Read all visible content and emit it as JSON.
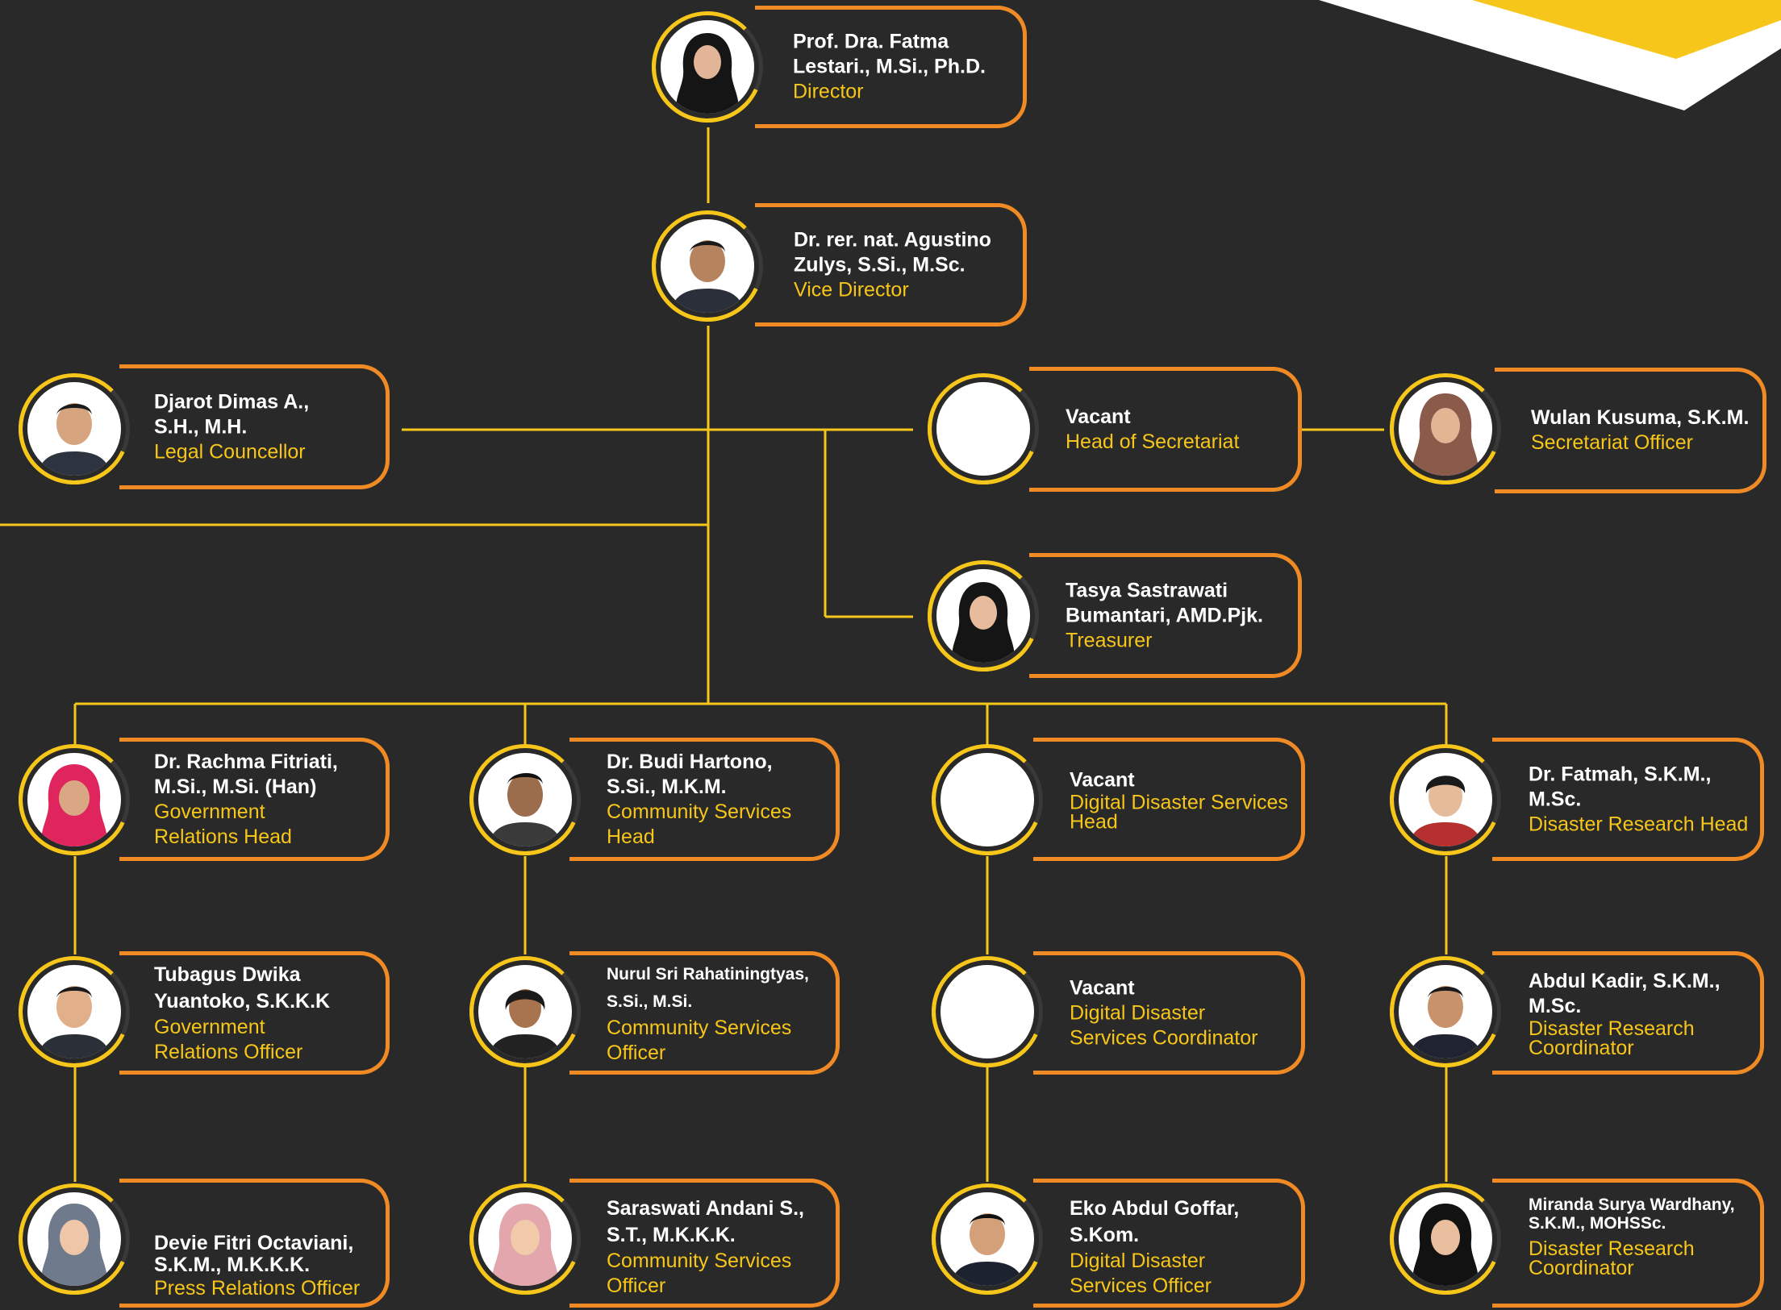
{
  "colors": {
    "background": "#2a2929",
    "accent_yellow": "#f6c61a",
    "accent_orange": "#f08a24",
    "name_text": "#ffffff"
  },
  "people": [
    {
      "id": "director",
      "name": "Prof. Dra. Fatma Lestari., M.Si., Ph.D.",
      "role": "Director",
      "photo": "person-hijab-black"
    },
    {
      "id": "vice-director",
      "name": "Dr. rer. nat. Agustino Zulys, S.Si., M.Sc.",
      "role": "Vice Director",
      "photo": "person-man-suit"
    },
    {
      "id": "legal",
      "name": "Djarot Dimas A., S.H., M.H.",
      "role": "Legal Councellor",
      "photo": "person-man-suit"
    },
    {
      "id": "head-secretariat",
      "name": "Vacant",
      "role": "Head of Secretariat",
      "photo": "empty"
    },
    {
      "id": "secretariat-officer",
      "name": "Wulan Kusuma, S.K.M.",
      "role": "Secretariat Officer",
      "photo": "person-hijab-brown"
    },
    {
      "id": "treasurer",
      "name": "Tasya Sastrawati Bumantari, AMD.Pjk.",
      "role": "Treasurer",
      "photo": "person-hijab-black"
    },
    {
      "id": "gov-head",
      "name": "Dr. Rachma Fitriati, M.Si., M.Si. (Han)",
      "role": "Government Relations Head",
      "photo": "person-hijab-pink"
    },
    {
      "id": "community-head",
      "name": "Dr. Budi Hartono, S.Si., M.K.M.",
      "role": "Community Services Head",
      "photo": "person-man-dark"
    },
    {
      "id": "digital-head",
      "name": "Vacant",
      "role": "Digital Disaster Services Head",
      "photo": "empty"
    },
    {
      "id": "research-head",
      "name": "Dr. Fatmah, S.K.M., M.Sc.",
      "role": "Disaster Research Head",
      "photo": "person-woman-red"
    },
    {
      "id": "gov-officer",
      "name": "Tubagus Dwika Yuantoko, S.K.K.K",
      "role": "Government Relations Officer",
      "photo": "person-man-suit"
    },
    {
      "id": "community-officer-1",
      "name": "Nurul Sri Rahatiningtyas, S.Si., M.Si.",
      "role": "Community Services Officer",
      "photo": "person-woman-dark"
    },
    {
      "id": "digital-coordinator",
      "name": "Vacant",
      "role": "Digital Disaster Services Coordinator",
      "photo": "empty"
    },
    {
      "id": "research-coordinator-1",
      "name": "Abdul Kadir, S.K.M., M.Sc.",
      "role": "Disaster Research Coordinator",
      "photo": "person-man-suit"
    },
    {
      "id": "press-officer",
      "name": "Devie Fitri Octaviani, S.K.M., M.K.K.K.",
      "role": "Press Relations Officer",
      "photo": "person-hijab-grey"
    },
    {
      "id": "community-officer-2",
      "name": "Saraswati Andani S., S.T., M.K.K.K.",
      "role": "Community Services Officer",
      "photo": "person-hijab-pink-light"
    },
    {
      "id": "digital-officer",
      "name": "Eko Abdul Goffar, S.Kom.",
      "role": "Digital Disaster Services Officer",
      "photo": "person-man-suit"
    },
    {
      "id": "research-coordinator-2",
      "name": "Miranda Surya Wardhany, S.K.M., MOHSSc.",
      "role": "Disaster Research Coordinator",
      "photo": "person-hijab-black"
    }
  ]
}
